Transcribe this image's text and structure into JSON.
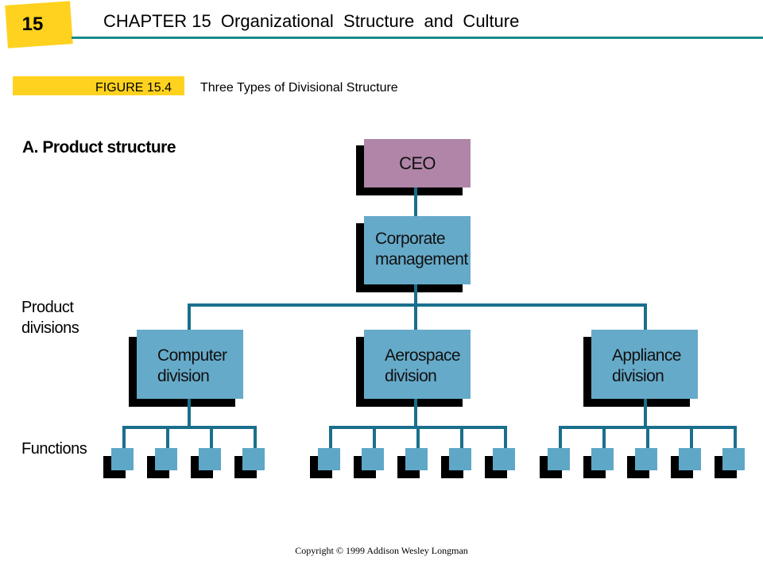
{
  "header": {
    "chapter_number": "15",
    "chapter_title": "CHAPTER 15  Organizational  Structure  and  Culture"
  },
  "figure": {
    "label": "FIGURE 15.4",
    "caption": "Three Types of Divisional Structure"
  },
  "diagram": {
    "section_title": "A. Product structure",
    "side_labels": {
      "product_divisions": "Product\ndivisions",
      "functions": "Functions"
    },
    "ceo": "CEO",
    "corporate": "Corporate\nmanagement",
    "divisions": [
      {
        "label": "Computer\ndivision",
        "function_count": 4
      },
      {
        "label": "Aerospace\ndivision",
        "function_count": 5
      },
      {
        "label": "Appliance\ndivision",
        "function_count": 5
      }
    ]
  },
  "colors": {
    "ceo_fill": "#b085a8",
    "box_fill": "#66aac9",
    "connector": "#1a6f8c",
    "accent_yellow": "#ffd21f",
    "rule_teal": "#1a8a8a"
  },
  "footer": {
    "copyright": "Copyright © 1999 Addison Wesley  Longman"
  }
}
